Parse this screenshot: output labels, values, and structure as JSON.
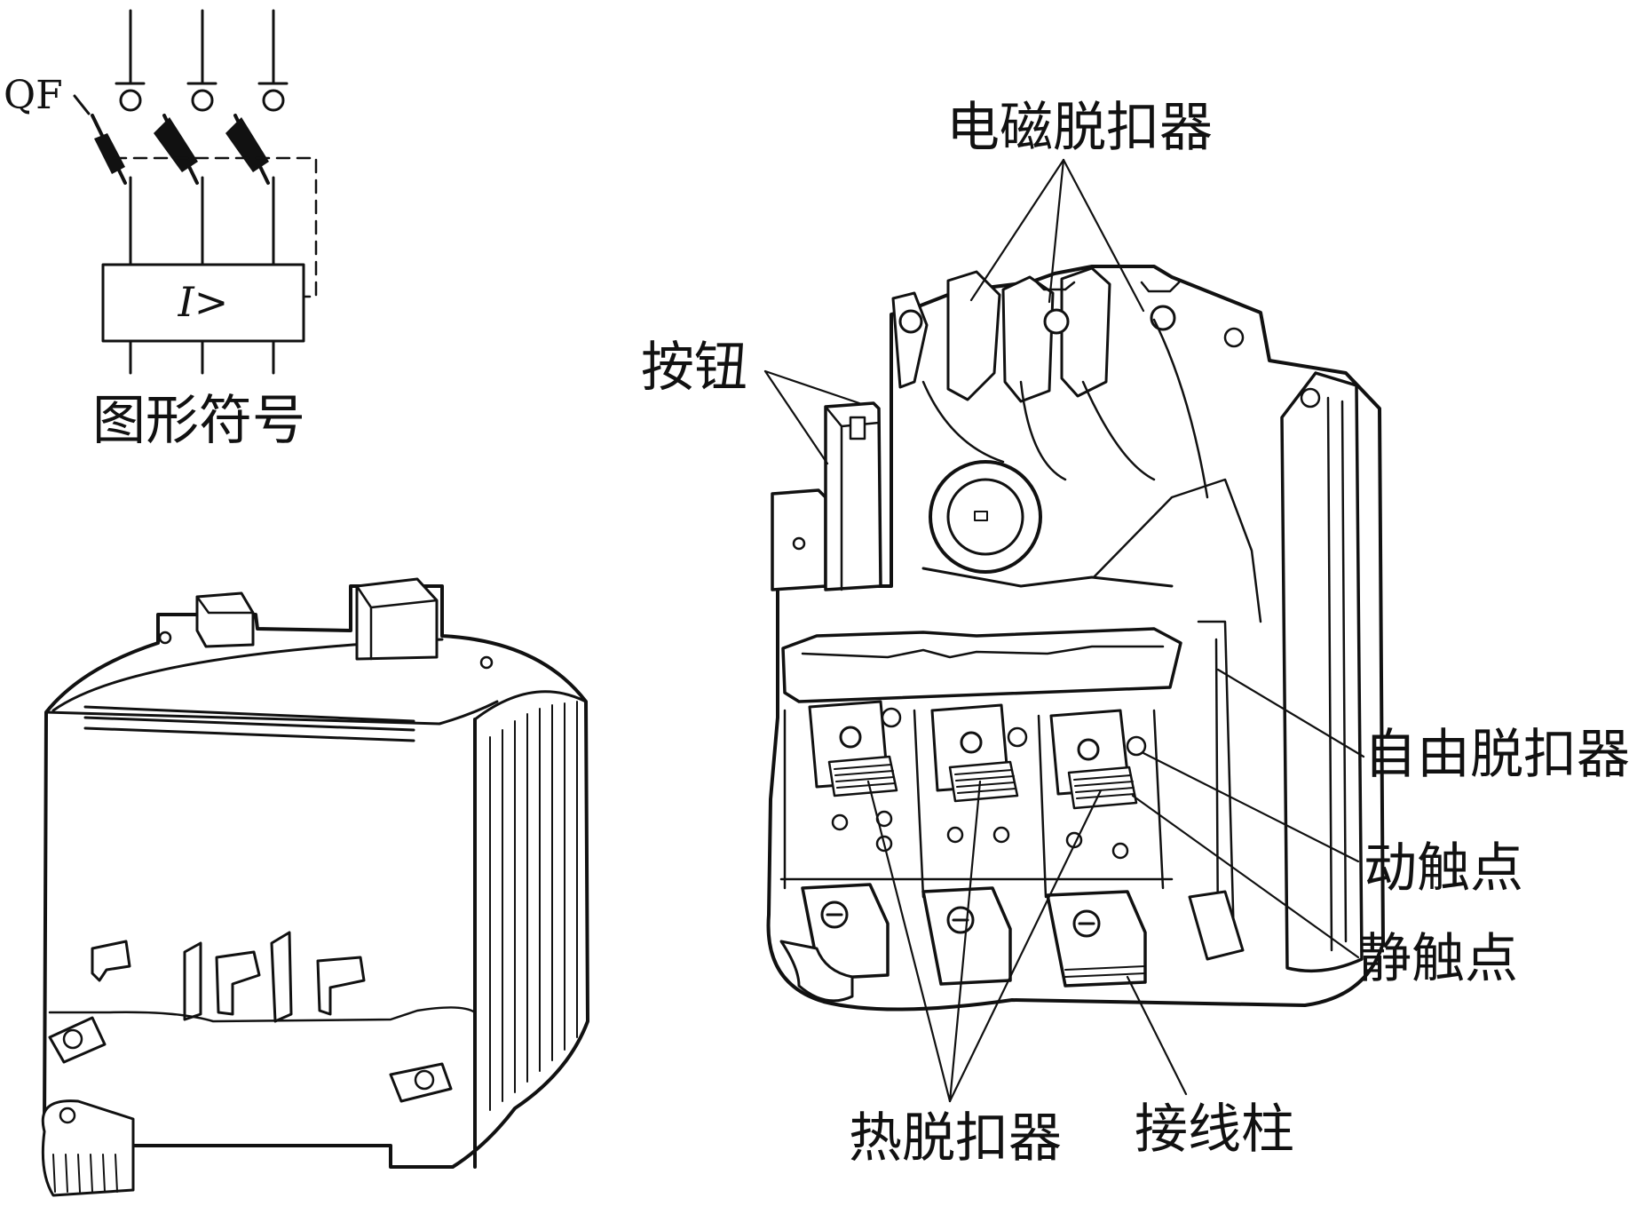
{
  "symbol": {
    "device_label": "QF",
    "relay_label": "I>",
    "caption": "图形符号"
  },
  "labels": {
    "electromagnetic_release": "电磁脱扣器",
    "button": "按钮",
    "free_release": "自由脱扣器",
    "moving_contact": "动触点",
    "static_contact": "静触点",
    "thermal_release": "热脱扣器",
    "terminal": "接线柱"
  },
  "colors": {
    "ink": "#111111",
    "paper": "#ffffff"
  }
}
